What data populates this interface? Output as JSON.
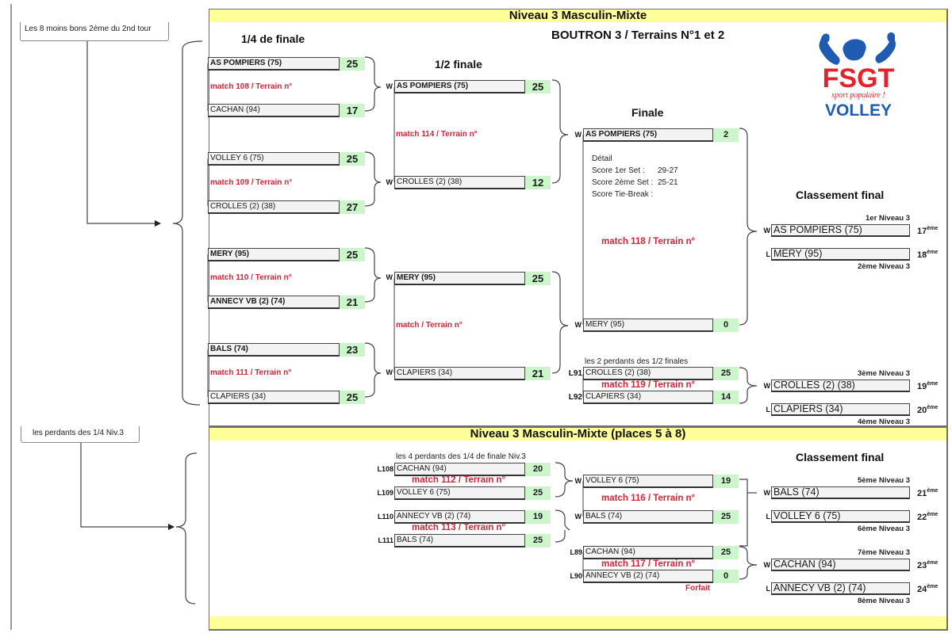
{
  "callouts": {
    "top": "Les 8 moins bons 2ème du 2nd tour",
    "bottom": "les perdants des 1/4 Niv.3"
  },
  "main": {
    "title": "Niveau 3 Masculin-Mixte",
    "venue": "BOUTRON 3 / Terrains N°1 et 2",
    "headings": {
      "quarter": "1/4 de finale",
      "semi": "1/2 finale",
      "final": "Finale",
      "ranking": "Classement final"
    },
    "quarterfinals": [
      {
        "match": "match 108 / Terrain n°",
        "team1": "AS POMPIERS (75)",
        "score1": "25",
        "team2": "CACHAN (94)",
        "score2": "17"
      },
      {
        "match": "match 109 / Terrain n°",
        "team1": "VOLLEY 6 (75)",
        "score1": "25",
        "team2": "CROLLES (2) (38)",
        "score2": "27"
      },
      {
        "match": "match 110 / Terrain n°",
        "team1": "MERY (95)",
        "score1": "25",
        "team2": "ANNECY VB (2) (74)",
        "score2": "21"
      },
      {
        "match": "match 111 / Terrain n°",
        "team1": "BALS (74)",
        "score1": "23",
        "team2": "CLAPIERS (34)",
        "score2": "25"
      }
    ],
    "semifinals": [
      {
        "match": "match 114 / Terrain n°",
        "mark1": "W",
        "team1": "AS POMPIERS (75)",
        "score1": "25",
        "mark2": "W",
        "team2": "CROLLES (2) (38)",
        "score2": "12"
      },
      {
        "match": "match  / Terrain n°",
        "mark1": "W",
        "team1": "MERY (95)",
        "score1": "25",
        "mark2": "W",
        "team2": "CLAPIERS (34)",
        "score2": "21"
      }
    ],
    "final": {
      "match": "match 118 / Terrain n°",
      "mark1": "W",
      "team1": "AS POMPIERS (75)",
      "score1": "2",
      "mark2": "W",
      "team2": "MERY (95)",
      "score2": "0",
      "detail": {
        "title": "Détail",
        "set1_label": "Score 1er Set :",
        "set1": "29-27",
        "set2_label": "Score 2ème Set :",
        "set2": "25-21",
        "tiebreak_label": "Score Tie-Break :",
        "tiebreak": ""
      }
    },
    "third_place": {
      "note": "les 2 perdants des 1/2 finales",
      "match": "match 119 / Terrain n°",
      "mark1": "L91",
      "team1": "CROLLES (2) (38)",
      "score1": "25",
      "mark2": "L92",
      "team2": "CLAPIERS (34)",
      "score2": "14"
    },
    "ranking": [
      {
        "mark": "W",
        "team": "AS POMPIERS (75)",
        "label": "1er Niveau 3",
        "place": "17",
        "suffix": "ème"
      },
      {
        "mark": "L",
        "team": "MERY (95)",
        "label": "2ème Niveau 3",
        "place": "18",
        "suffix": "ème"
      },
      {
        "mark": "W",
        "team": "CROLLES (2) (38)",
        "label": "3ème Niveau 3",
        "place": "19",
        "suffix": "ème"
      },
      {
        "mark": "L",
        "team": "CLAPIERS (34)",
        "label": "4ème Niveau 3",
        "place": "20",
        "suffix": "ème"
      }
    ]
  },
  "placement": {
    "title": "Niveau 3 Masculin-Mixte (places 5 à 8)",
    "ranking_heading": "Classement final",
    "note": "les 4 perdants des 1/4 de finale Niv.3",
    "round1": [
      {
        "match": "match 112 / Terrain n°",
        "mark1": "L108",
        "team1": "CACHAN (94)",
        "score1": "20",
        "mark2": "L109",
        "team2": "VOLLEY 6 (75)",
        "score2": "25"
      },
      {
        "match": "match 113 / Terrain n°",
        "mark1": "L110",
        "team1": "ANNECY VB (2) (74)",
        "score1": "19",
        "mark2": "L111",
        "team2": "BALS (74)",
        "score2": "25"
      }
    ],
    "match_5th": {
      "match": "match 116 / Terrain n°",
      "mark1": "W",
      "team1": "VOLLEY 6 (75)",
      "score1": "19",
      "mark2": "W",
      "team2": "BALS (74)",
      "score2": "25"
    },
    "match_7th": {
      "match": "match 117 / Terrain n°",
      "mark1": "L89",
      "team1": "CACHAN (94)",
      "score1": "25",
      "mark2": "L90",
      "team2": "ANNECY VB (2) (74)",
      "score2": "0",
      "note": "Forfait"
    },
    "ranking": [
      {
        "mark": "W",
        "team": "BALS (74)",
        "label": "5ème Niveau 3",
        "place": "21",
        "suffix": "ème"
      },
      {
        "mark": "L",
        "team": "VOLLEY 6 (75)",
        "label": "6ème Niveau 3",
        "place": "22",
        "suffix": "ème"
      },
      {
        "mark": "W",
        "team": "CACHAN (94)",
        "label": "7ème Niveau 3",
        "place": "23",
        "suffix": "ème"
      },
      {
        "mark": "L",
        "team": "ANNECY VB (2) (74)",
        "label": "8ème Niveau 3",
        "place": "24",
        "suffix": "ème"
      }
    ]
  },
  "logo": {
    "name": "FSGT",
    "tagline": "sport populaire !",
    "sport": "VOLLEY",
    "red": "#e3232b",
    "blue": "#1f5bb0"
  }
}
